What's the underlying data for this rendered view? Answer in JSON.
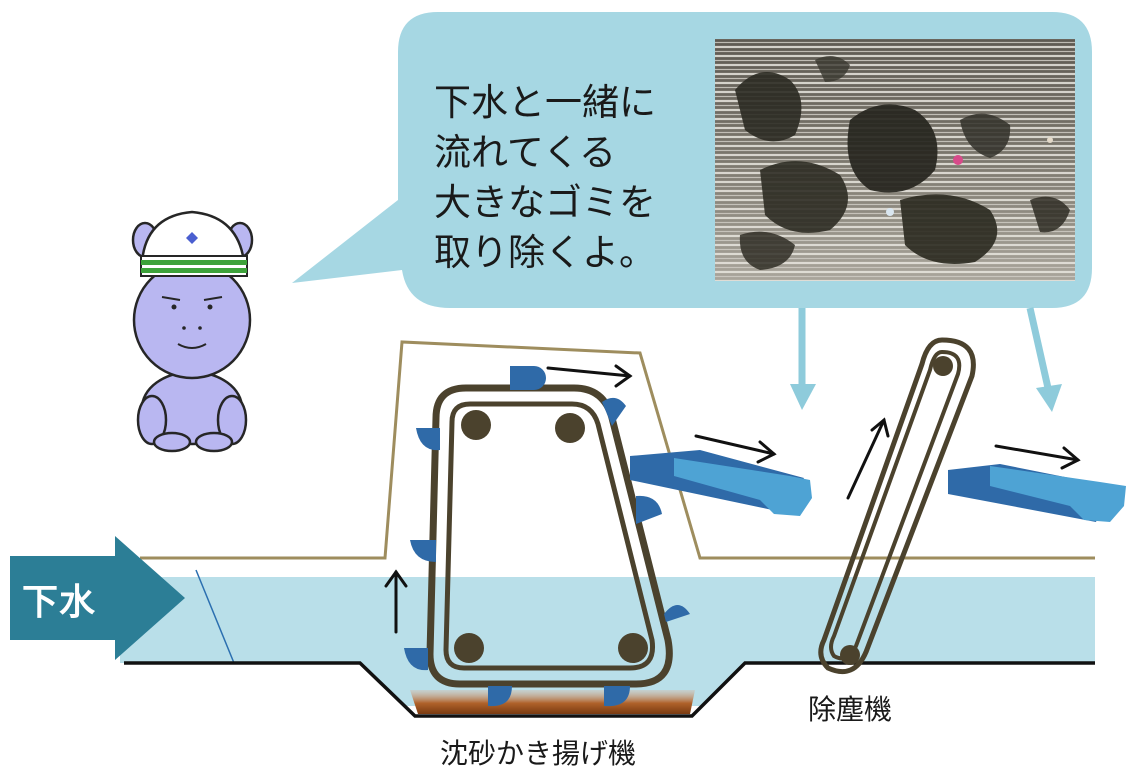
{
  "speech_bubble": {
    "lines": [
      "下水と一緒に",
      "流れてくる",
      "大きなゴミを",
      "取り除くよ。"
    ]
  },
  "photo": {
    "description_icon": "screen-debris-photo"
  },
  "flow_arrow": {
    "label": "下水"
  },
  "machines": {
    "grit_collector_label": "沈砂かき揚げ機",
    "screen_remover_label": "除塵機"
  },
  "mascot": {
    "icon": "hippo-mascot-icon"
  },
  "colors": {
    "bubble": "#a6d7e3",
    "water": "#b9dfe9",
    "flow_arrow": "#2c7e96",
    "chain": "#4b422d",
    "bucket": "#2f6aa8",
    "chute": "#4ea3d4",
    "sediment": "#8a4516",
    "mascot_body": "#b9b7f1"
  }
}
